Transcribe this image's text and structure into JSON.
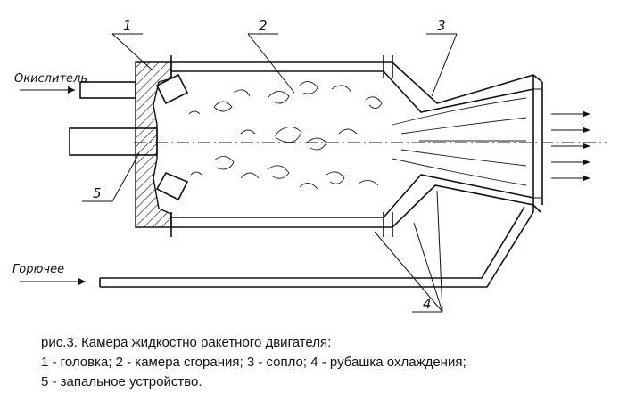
{
  "labels": {
    "head_num": "1",
    "chamber_num": "2",
    "nozzle_num": "3",
    "jacket_num": "4",
    "igniter_num": "5",
    "oxidizer": "Окислитель",
    "fuel": "Горючее"
  },
  "caption": {
    "line1": "рис.3. Камера жидкостно ракетного двигателя:",
    "line2": "1 - головка; 2 - камера сгорания; 3 - сопло; 4 - рубашка охлаждения;",
    "line3": "5 - запальное устройство."
  }
}
